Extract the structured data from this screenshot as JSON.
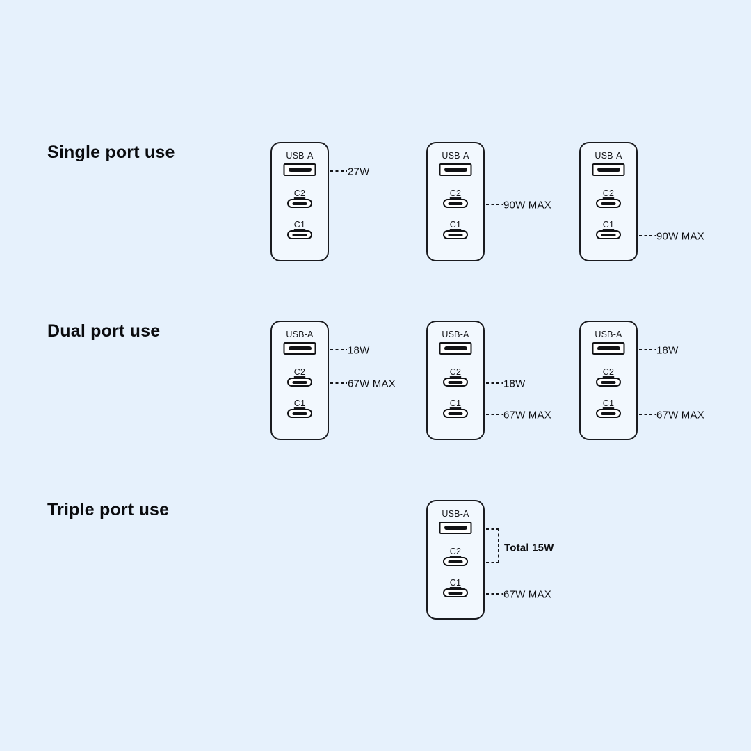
{
  "page": {
    "background_color": "#E6F1FC",
    "ink_color": "#15161A",
    "charger_fill": "#F2F8FE"
  },
  "port_labels": {
    "usba": "USB-A",
    "c2": "C2",
    "c1": "C1"
  },
  "sections": [
    {
      "title": "Single port use",
      "chargers": [
        {
          "column": 0,
          "annotations": [
            {
              "port": "usba",
              "label": "27W"
            }
          ]
        },
        {
          "column": 1,
          "annotations": [
            {
              "port": "c2",
              "label": "90W MAX"
            }
          ]
        },
        {
          "column": 2,
          "annotations": [
            {
              "port": "c1",
              "label": "90W MAX"
            }
          ]
        }
      ]
    },
    {
      "title": "Dual port use",
      "chargers": [
        {
          "column": 0,
          "annotations": [
            {
              "port": "usba",
              "label": "18W"
            },
            {
              "port": "c2",
              "label": "67W MAX"
            }
          ]
        },
        {
          "column": 1,
          "annotations": [
            {
              "port": "c2",
              "label": "18W"
            },
            {
              "port": "c1",
              "label": "67W MAX"
            }
          ]
        },
        {
          "column": 2,
          "annotations": [
            {
              "port": "usba",
              "label": "18W"
            },
            {
              "port": "c1",
              "label": "67W MAX"
            }
          ]
        }
      ]
    },
    {
      "title": "Triple port use",
      "chargers": [
        {
          "column": 1,
          "annotations": [
            {
              "type": "bracket",
              "ports": [
                "usba",
                "c2"
              ],
              "label": "Total 15W",
              "bold": true
            },
            {
              "port": "c1",
              "label": "67W MAX"
            }
          ]
        }
      ]
    }
  ]
}
